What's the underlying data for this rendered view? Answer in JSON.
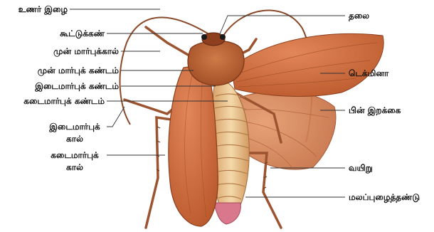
{
  "labels": {
    "antenna": "உணர் இழை",
    "compound_eye": "கூட்டுக்கண்",
    "foreleg": "முன் மார்புக்கால்",
    "prothorax": "முன் மார்புக் கண்டம்",
    "mesothorax": "இடைமார்புக் கண்டம்",
    "metathorax": "கடைமார்புக் கண்டம்",
    "midleg_line1": "இடைமார்புக்",
    "midleg_line2": "கால்",
    "hindleg_line1": "கடைமார்புக்",
    "hindleg_line2": "கால்",
    "head": "தலை",
    "tegmina": "டெக்மினா",
    "hindwing": "பின் இறக்கை",
    "abdomen": "வயிறு",
    "anal_cerci": "மலப்புழைத்தண்டு"
  },
  "colors": {
    "wing": "#c9683a",
    "wing_dark": "#a64c25",
    "thorax": "#b65a2c",
    "abdomen": "#efcf9e",
    "leg": "#a75a34",
    "leader": "#333333"
  }
}
